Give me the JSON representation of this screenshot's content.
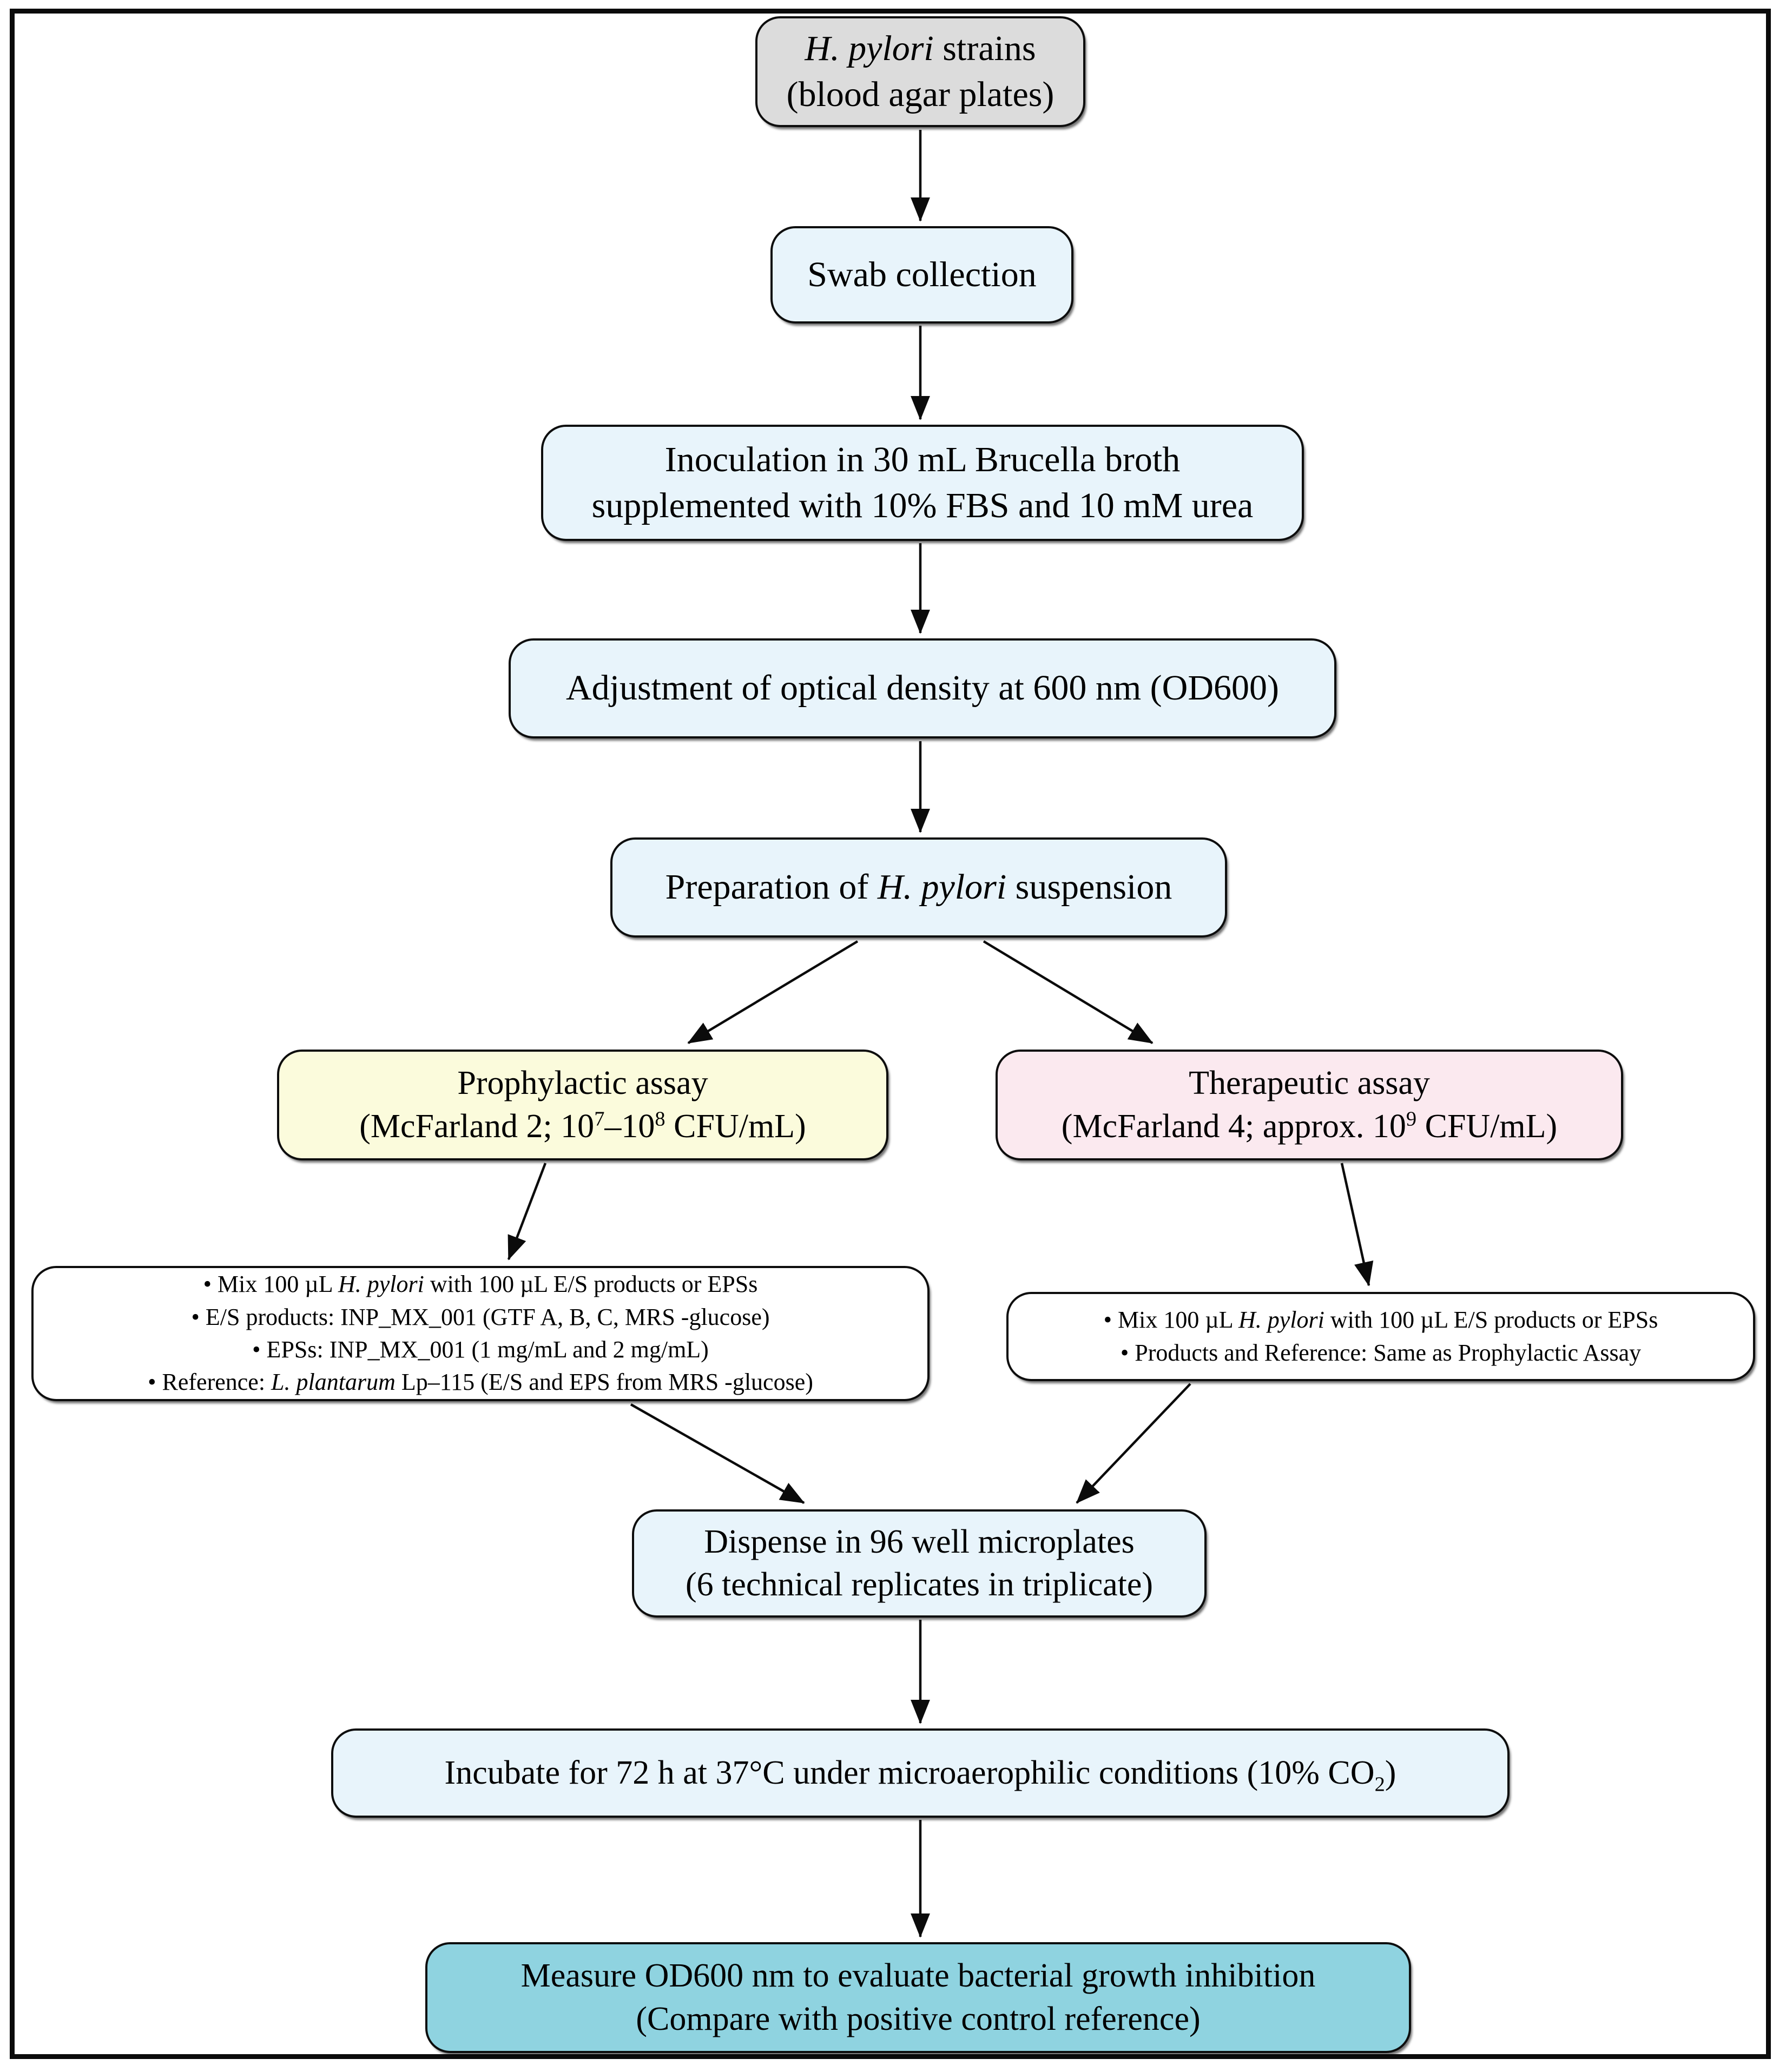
{
  "diagram": {
    "title": "H. pylori prophylactic and therapeutic assay workflow",
    "type": "flowchart",
    "colors": {
      "start_node": "#dcdcdc",
      "process_node": "#e8f4fb",
      "prophylactic_node": "#fbfbdc",
      "therapeutic_node": "#fbe9ef",
      "detail_node": "#ffffff",
      "result_node": "#8fd3e0",
      "border": "#0d0d0d",
      "frame": "#0b0b0b"
    },
    "nodes": [
      {
        "id": "strains",
        "name": "h-pylori-strains-node",
        "fill": "start_node",
        "lines": [
          {
            "segments": [
              {
                "text": "H. pylori",
                "italic": true
              },
              {
                "text": " strains",
                "italic": false
              }
            ]
          },
          {
            "segments": [
              {
                "text": "(blood agar plates)",
                "italic": false
              }
            ]
          }
        ]
      },
      {
        "id": "swab",
        "name": "swab-collection-node",
        "fill": "process_node",
        "lines": [
          {
            "segments": [
              {
                "text": "Swab collection",
                "italic": false
              }
            ]
          }
        ]
      },
      {
        "id": "inoculation",
        "name": "inoculation-node",
        "fill": "process_node",
        "lines": [
          {
            "segments": [
              {
                "text": "Inoculation in 30 mL Brucella broth",
                "italic": false
              }
            ]
          },
          {
            "segments": [
              {
                "text": "supplemented with 10% FBS and 10 mM urea",
                "italic": false
              }
            ]
          }
        ]
      },
      {
        "id": "od600",
        "name": "optical-density-adjustment-node",
        "fill": "process_node",
        "lines": [
          {
            "segments": [
              {
                "text": "Adjustment of optical density at 600 nm (OD600)",
                "italic": false
              }
            ]
          }
        ]
      },
      {
        "id": "suspension",
        "name": "suspension-preparation-node",
        "fill": "process_node",
        "lines": [
          {
            "segments": [
              {
                "text": "Preparation of ",
                "italic": false
              },
              {
                "text": "H. pylori",
                "italic": true
              },
              {
                "text": " suspension",
                "italic": false
              }
            ]
          }
        ]
      },
      {
        "id": "prophylactic",
        "name": "prophylactic-assay-node",
        "fill": "prophylactic_node",
        "lines": [
          {
            "segments": [
              {
                "text": "Prophylactic assay",
                "italic": false
              }
            ]
          },
          {
            "segments": [
              {
                "text": "(McFarland 2; 10",
                "italic": false
              },
              {
                "text": "7",
                "sup": true
              },
              {
                "text": "–"
              },
              {
                "text": "10",
                "italic": false
              },
              {
                "text": "8",
                "sup": true
              },
              {
                "text": " CFU/mL)",
                "italic": false
              }
            ]
          }
        ]
      },
      {
        "id": "therapeutic",
        "name": "therapeutic-assay-node",
        "fill": "therapeutic_node",
        "lines": [
          {
            "segments": [
              {
                "text": "Therapeutic assay",
                "italic": false
              }
            ]
          },
          {
            "segments": [
              {
                "text": "(McFarland 4; approx. 10",
                "italic": false
              },
              {
                "text": "9",
                "sup": true
              },
              {
                "text": " CFU/mL)",
                "italic": false
              }
            ]
          }
        ]
      },
      {
        "id": "prophylactic_details",
        "name": "prophylactic-details-node",
        "fill": "detail_node",
        "lines": [
          {
            "segments": [
              {
                "text": "• Mix 100 µL  ",
                "italic": false
              },
              {
                "text": "H. pylori",
                "italic": true
              },
              {
                "text": " with 100 µL E/S products or EPSs",
                "italic": false
              }
            ]
          },
          {
            "segments": [
              {
                "text": "• E/S products: INP_MX_001 (GTF A, B, C, MRS  -glucose)",
                "italic": false
              }
            ]
          },
          {
            "segments": [
              {
                "text": "• EPSs: INP_MX_001 (1 mg/mL and 2 mg/mL)",
                "italic": false
              }
            ]
          },
          {
            "segments": [
              {
                "text": "• Reference:  ",
                "italic": false
              },
              {
                "text": "L. plantarum",
                "italic": true
              },
              {
                "text": " Lp–115 (E/S and EPS from MRS -glucose)",
                "italic": false
              }
            ]
          }
        ]
      },
      {
        "id": "therapeutic_details",
        "name": "therapeutic-details-node",
        "fill": "detail_node",
        "lines": [
          {
            "segments": [
              {
                "text": "• Mix 100 µL  ",
                "italic": false
              },
              {
                "text": "H. pylori",
                "italic": true
              },
              {
                "text": " with 100 µL E/S products or EPSs",
                "italic": false
              }
            ]
          },
          {
            "segments": [
              {
                "text": "• Products and Reference: Same as Prophylactic Assay",
                "italic": false
              }
            ]
          }
        ]
      },
      {
        "id": "dispense",
        "name": "dispense-microplates-node",
        "fill": "process_node",
        "lines": [
          {
            "segments": [
              {
                "text": "Dispense in 96 well microplates",
                "italic": false
              }
            ]
          },
          {
            "segments": [
              {
                "text": "(6 technical replicates in triplicate)",
                "italic": false
              }
            ]
          }
        ]
      },
      {
        "id": "incubate",
        "name": "incubation-node",
        "fill": "process_node",
        "lines": [
          {
            "segments": [
              {
                "text": "Incubate for 72 h at 37°C under microaerophilic conditions (10% CO",
                "italic": false
              },
              {
                "text": "2",
                "sub": true
              },
              {
                "text": ")",
                "italic": false
              }
            ]
          }
        ]
      },
      {
        "id": "measure",
        "name": "measure-od600-node",
        "fill": "result_node",
        "lines": [
          {
            "segments": [
              {
                "text": "Measure OD600 nm to evaluate bacterial growth inhibition",
                "italic": false
              }
            ]
          },
          {
            "segments": [
              {
                "text": "(Compare with positive control reference)",
                "italic": false
              }
            ]
          }
        ]
      }
    ],
    "edges": [
      {
        "from": "strains",
        "to": "swab"
      },
      {
        "from": "swab",
        "to": "inoculation"
      },
      {
        "from": "inoculation",
        "to": "od600"
      },
      {
        "from": "od600",
        "to": "suspension"
      },
      {
        "from": "suspension",
        "to": "prophylactic"
      },
      {
        "from": "suspension",
        "to": "therapeutic"
      },
      {
        "from": "prophylactic",
        "to": "prophylactic_details"
      },
      {
        "from": "therapeutic",
        "to": "therapeutic_details"
      },
      {
        "from": "prophylactic_details",
        "to": "dispense"
      },
      {
        "from": "therapeutic_details",
        "to": "dispense"
      },
      {
        "from": "dispense",
        "to": "incubate"
      },
      {
        "from": "incubate",
        "to": "measure"
      }
    ]
  }
}
